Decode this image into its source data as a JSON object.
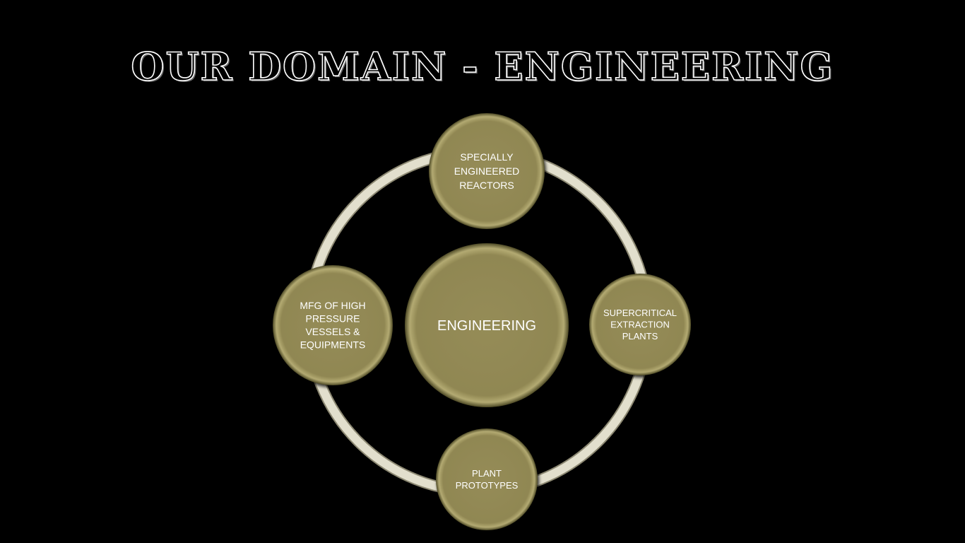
{
  "title": "OUR DOMAIN - ENGINEERING",
  "colors": {
    "background": "#000000",
    "node_fill": "#938a55",
    "node_rim": "#5f5a30",
    "ring": "#ddd9c6",
    "text": "#ffffff"
  },
  "diagram": {
    "center": {
      "lines": [
        "ENGINEERING"
      ]
    },
    "satellites": [
      {
        "id": "top",
        "lines": [
          "SPECIALLY",
          "ENGINEERED",
          "REACTORS"
        ]
      },
      {
        "id": "right",
        "lines": [
          "SUPERCRITICAL",
          "EXTRACTION",
          "PLANTS"
        ]
      },
      {
        "id": "bottom",
        "lines": [
          "PLANT",
          "PROTOTYPES"
        ]
      },
      {
        "id": "left",
        "lines": [
          "MFG OF HIGH",
          "PRESSURE",
          "VESSELS &",
          "EQUIPMENTS"
        ]
      }
    ]
  }
}
